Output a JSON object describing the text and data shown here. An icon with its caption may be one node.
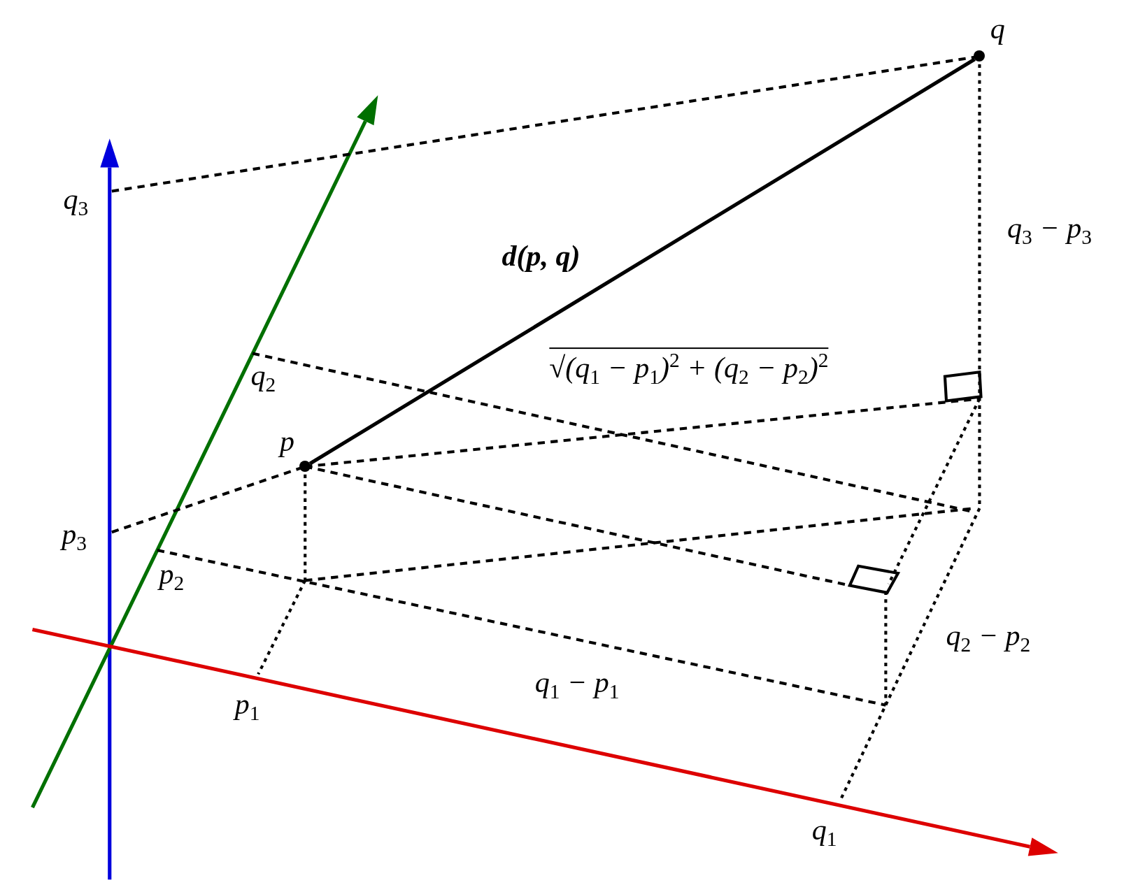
{
  "diagram": {
    "nodes": [
      {
        "text": [
          "p"
        ]
      },
      {
        "text": [
          "q"
        ]
      }
    ],
    "edges": [
      {
        "from": 0,
        "to": 1,
        "arrow": "none",
        "label": "d(p, q)"
      }
    ],
    "labels": [
      "q$_{3}$",
      "q$_{3}$ − p$_{3}$",
      "q$_{2}$",
      "√(q$_{1}$ − p$_{1}$)$^{2}$ + (q$_{2}$ − p$_{2}$)$^{2}$",
      "p$_{3}$",
      "p$_{2}$",
      "q$_{2}$ − p$_{2}$",
      "q$_{1}$ − p$_{1}$",
      "p$_{1}$",
      "q$_{1}$"
    ]
  }
}
